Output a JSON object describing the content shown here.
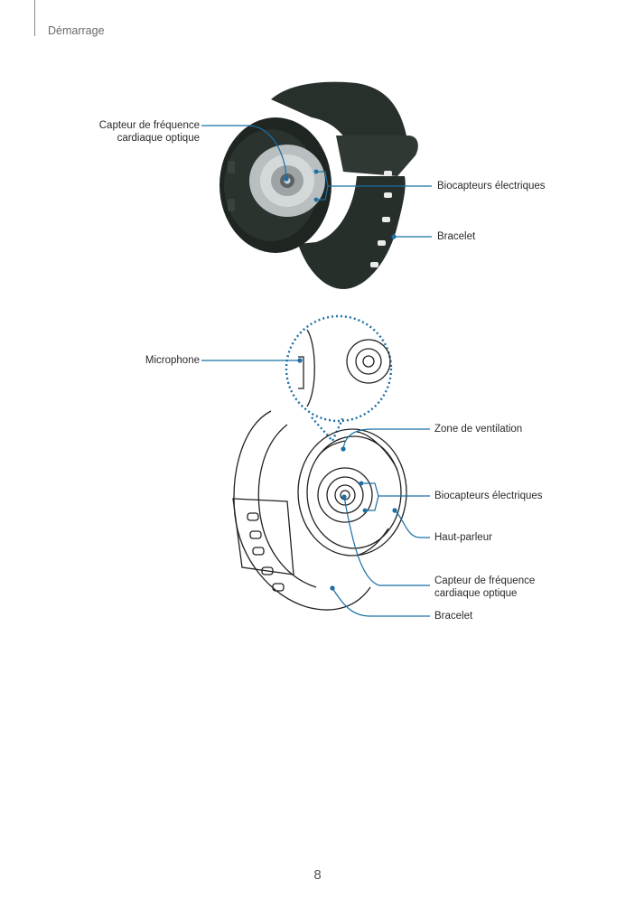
{
  "page": {
    "section_title": "Démarrage",
    "page_number": "8"
  },
  "figure_top": {
    "labels": {
      "hr_sensor_line1": "Capteur de fréquence",
      "hr_sensor_line2": "cardiaque optique",
      "bio_sensors": "Biocapteurs électriques",
      "strap": "Bracelet"
    }
  },
  "figure_bottom": {
    "labels": {
      "microphone": "Microphone",
      "vent": "Zone de ventilation",
      "bio_sensors": "Biocapteurs électriques",
      "speaker": "Haut-parleur",
      "hr_sensor_line1": "Capteur de fréquence",
      "hr_sensor_line2": "cardiaque optique",
      "strap": "Bracelet"
    }
  },
  "colors": {
    "leader_line": "#1a6fa6",
    "watch_body": "#1f2622",
    "watch_back": "#b9bec0"
  }
}
